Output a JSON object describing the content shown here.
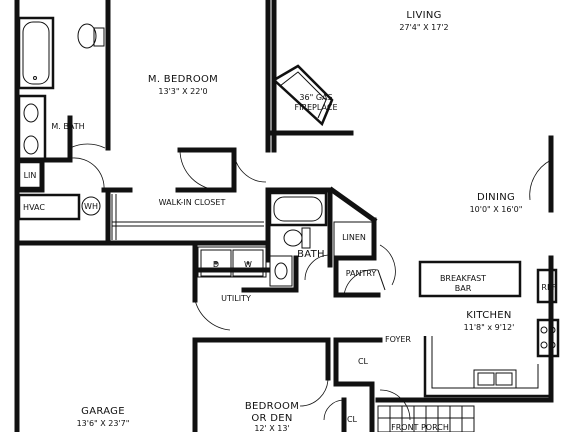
{
  "rooms": {
    "living": {
      "name": "LIVING",
      "dims": "27'4\" X 17'2"
    },
    "master_bedroom": {
      "name": "M. BEDROOM",
      "dims": "13'3\" X 22'0"
    },
    "master_bath": {
      "name": "M. BATH"
    },
    "linen_master": {
      "name": "LIN"
    },
    "fireplace": {
      "line1": "36\" GAS",
      "line2": "FIREPLACE"
    },
    "walk_in_closet": {
      "name": "WALK-IN CLOSET"
    },
    "hvac": {
      "name": "HVAC"
    },
    "water_heater": {
      "name": "WH"
    },
    "bath": {
      "name": "BATH"
    },
    "linen": {
      "name": "LINEN"
    },
    "pantry": {
      "name": "PANTRY"
    },
    "washer": {
      "name": "W"
    },
    "dryer": {
      "name": "D"
    },
    "utility": {
      "name": "UTILITY"
    },
    "dining": {
      "name": "DINING",
      "dims": "10'0\" X 16'0\""
    },
    "breakfast_bar": {
      "line1": "BREAKFAST",
      "line2": "BAR"
    },
    "refrigerator": {
      "name": "REF"
    },
    "kitchen": {
      "name": "KITCHEN",
      "dims": "11'8\" x 9'12'"
    },
    "foyer": {
      "name": "FOYER"
    },
    "closet_1": {
      "name": "CL"
    },
    "closet_2": {
      "name": "CL"
    },
    "bedroom_den": {
      "line1": "BEDROOM",
      "line2": "OR DEN",
      "dims": "12' X 13'"
    },
    "garage": {
      "name": "GARAGE",
      "dims": "13'6\" X 23'7\""
    },
    "front_porch": {
      "name": "FRONT PORCH"
    }
  }
}
